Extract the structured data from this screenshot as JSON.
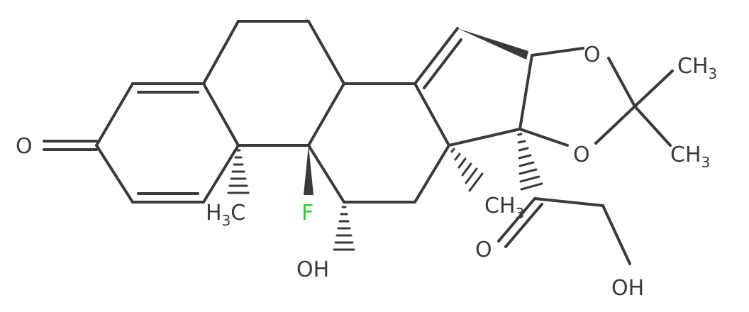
{
  "molecule": {
    "atom_labels": {
      "ketone_o": "O",
      "fluorine": "F",
      "hydroxyl_11": "OH",
      "methyl_c10_h": "H",
      "methyl_c10_sub": "3",
      "methyl_c10_c": "C",
      "methyl_c13": "CH",
      "methyl_c13_sub": "3",
      "dioxolane_o_top": "O",
      "dioxolane_o_bottom": "O",
      "methyl_top": "CH",
      "methyl_top_sub": "3",
      "methyl_bottom": "CH",
      "methyl_bottom_sub": "3",
      "side_chain_o": "O",
      "side_chain_oh": "OH"
    },
    "colors": {
      "bond": "#3a3a3a",
      "fluorine": "#33cc33",
      "oxygen": "#3a3a3a"
    }
  }
}
